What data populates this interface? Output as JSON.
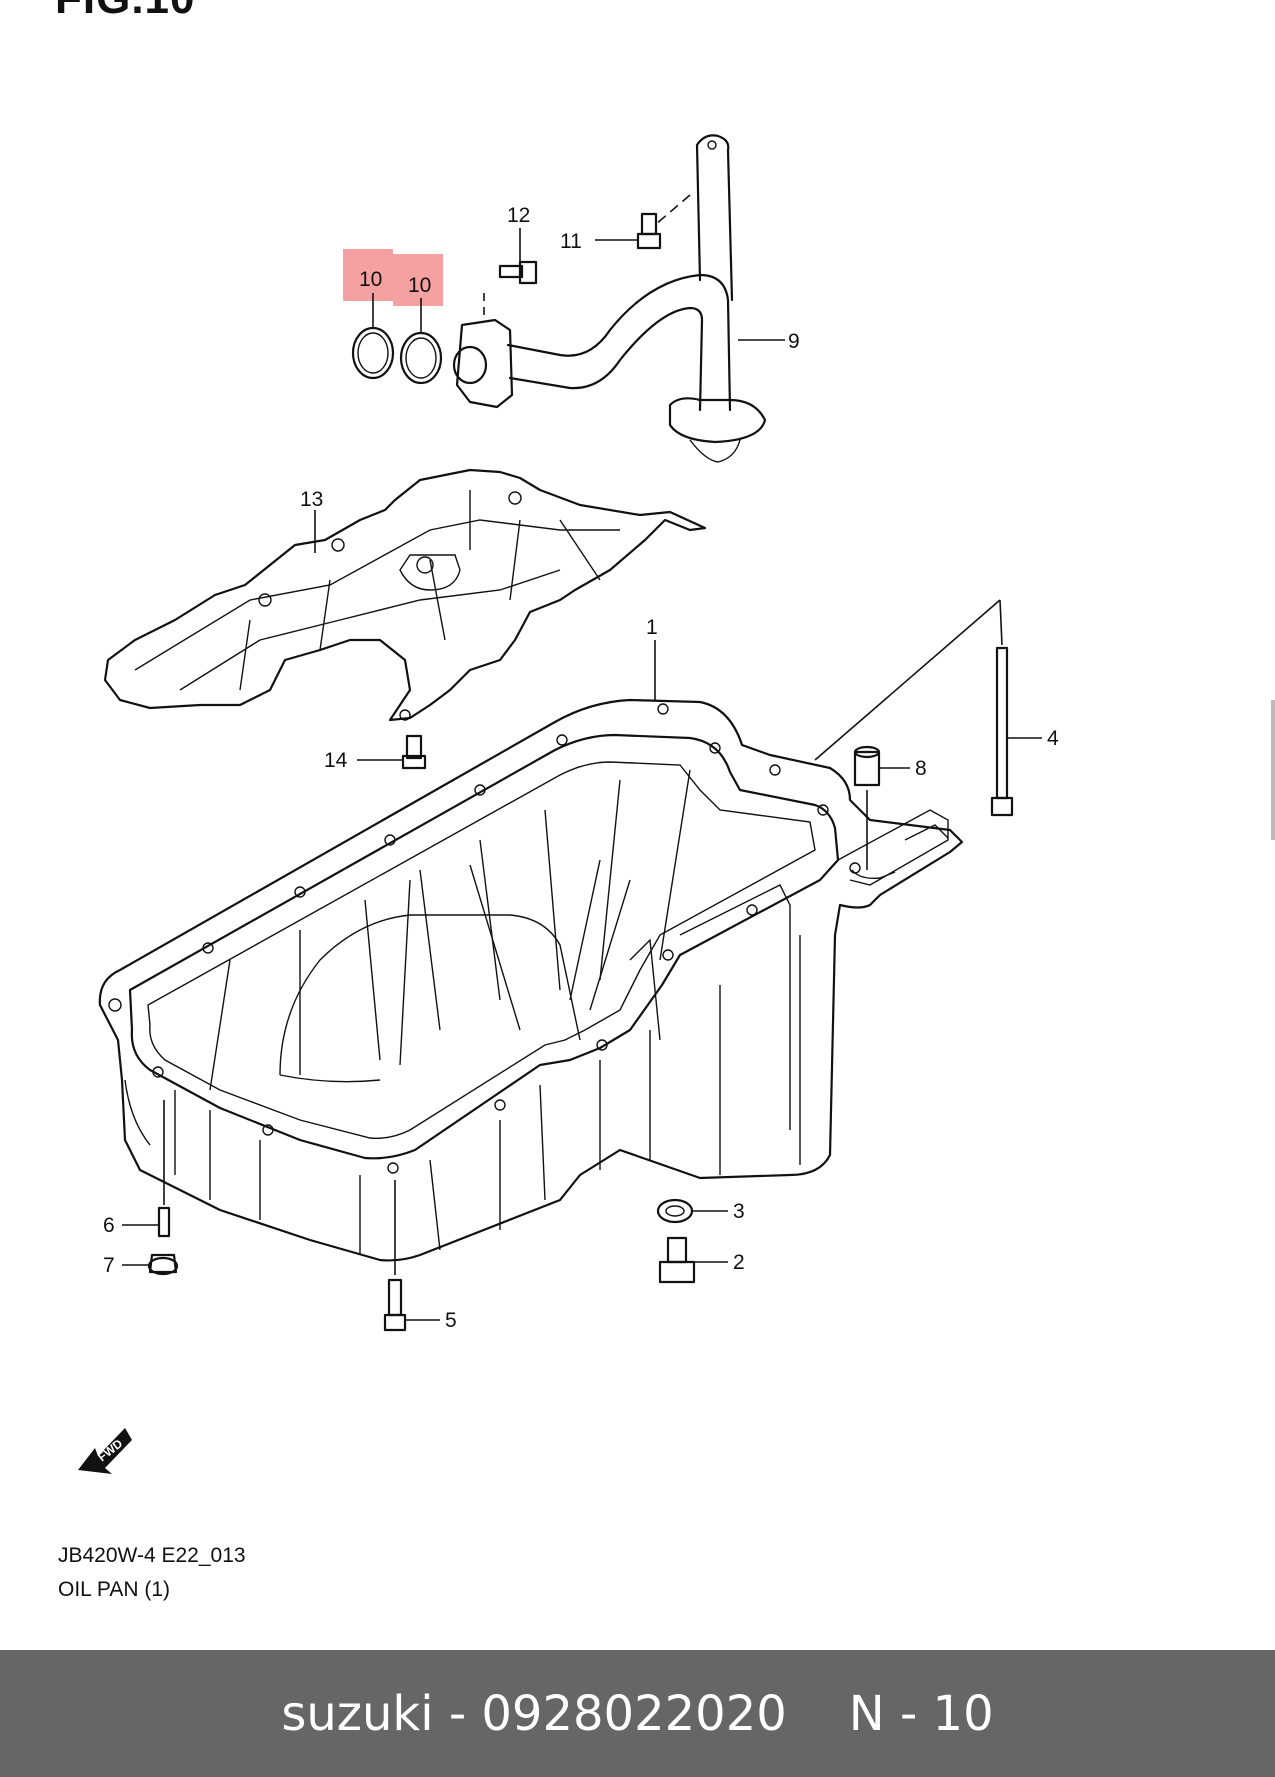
{
  "figure": {
    "title": "FIG.10"
  },
  "callouts": {
    "c1": "1",
    "c2": "2",
    "c3": "3",
    "c4": "4",
    "c5": "5",
    "c6": "6",
    "c7": "7",
    "c8": "8",
    "c9": "9",
    "c10a": "10",
    "c10b": "10",
    "c11": "11",
    "c12": "12",
    "c13": "13",
    "c14": "14"
  },
  "highlight_color": "#f48a8a",
  "fwd_badge": "FWD",
  "caption": {
    "code": "JB420W-4 E22_013",
    "name": "OIL PAN (1)"
  },
  "footer": {
    "brand_part": "suzuki - 0928022020",
    "page": "N - 10"
  }
}
